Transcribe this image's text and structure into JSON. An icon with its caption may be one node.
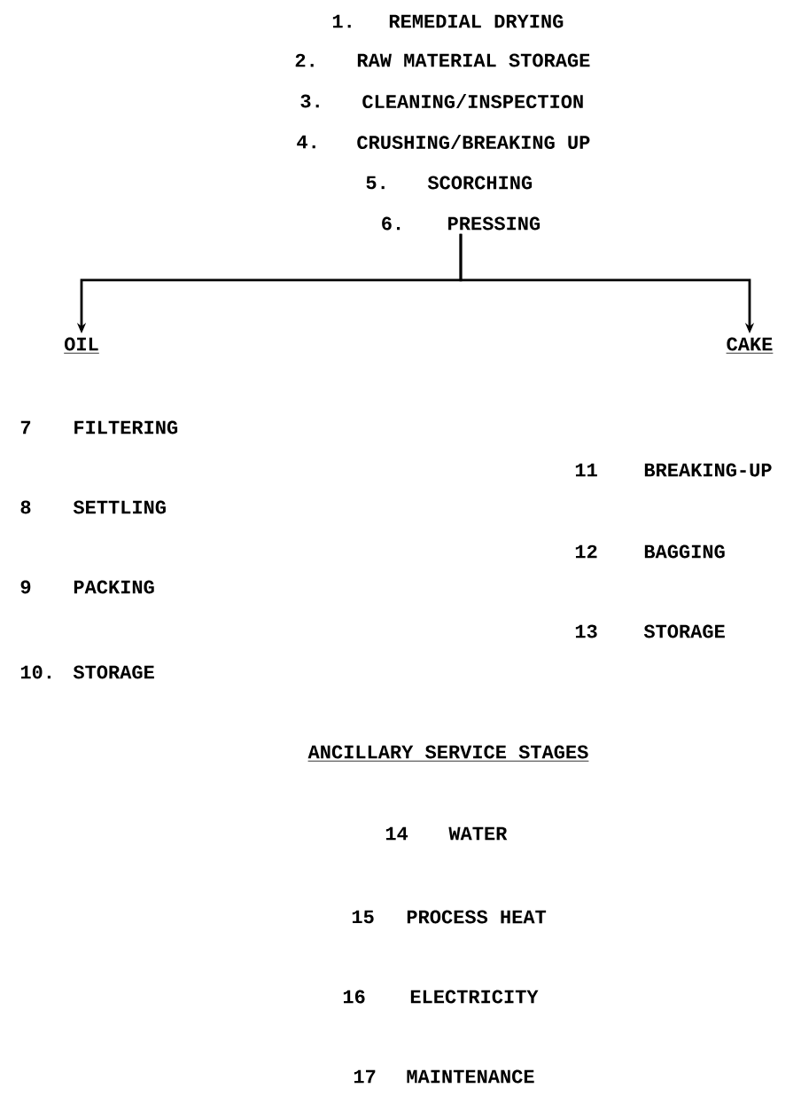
{
  "diagram": {
    "nodes": [
      {
        "text": [
          "6.",
          "PRESSING"
        ]
      },
      {
        "text": [
          "OIL"
        ]
      },
      {
        "text": [
          "CAKE"
        ]
      }
    ],
    "edges": [
      {
        "from": 0,
        "to": 1,
        "arrow": "to"
      },
      {
        "from": 0,
        "to": 2,
        "arrow": "to"
      }
    ],
    "labels": [
      "1.",
      "REMEDIAL DRYING",
      "2.",
      "RAW MATERIAL STORAGE",
      "3.",
      "CLEANING/INSPECTION",
      "4.",
      "CRUSHING/BREAKING UP",
      "5.",
      "SCORCHING",
      "7",
      "FILTERING",
      "11",
      "BREAKING-UP",
      "8",
      "SETTLING",
      "12",
      "BAGGING",
      "9",
      "PACKING",
      "13",
      "STORAGE",
      "10.",
      "STORAGE",
      "ANCILLARY SERVICE STAGES",
      "14",
      "WATER",
      "15",
      "PROCESS HEAT",
      "16",
      "ELECTRICITY",
      "17",
      "MAINTENANCE"
    ]
  }
}
